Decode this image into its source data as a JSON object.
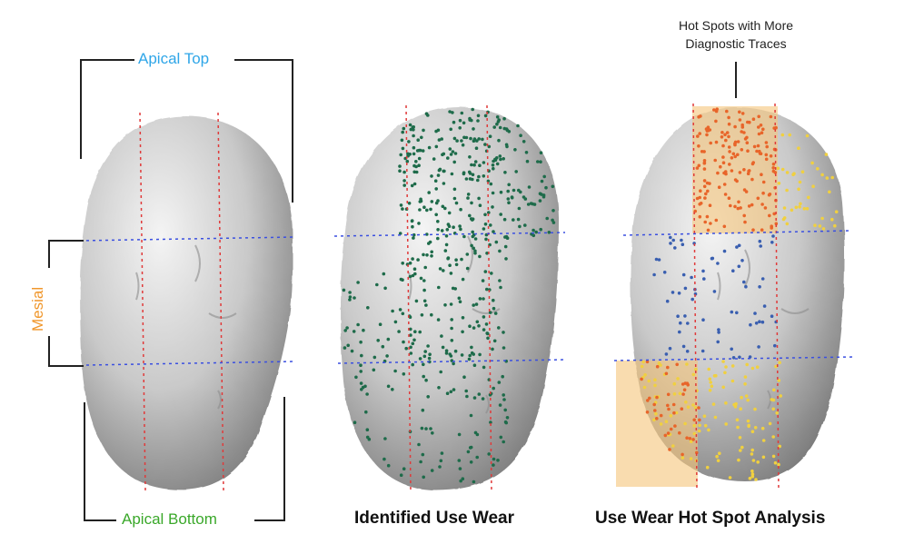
{
  "labels": {
    "apical_top": "Apical Top",
    "apical_bottom": "Apical Bottom",
    "mesial": "Mesial",
    "hot_spots_note_line1": "Hot Spots with More",
    "hot_spots_note_line2": "Diagnostic Traces"
  },
  "captions": {
    "panel2": "Identified Use Wear",
    "panel3": "Use Wear Hot Spot Analysis"
  },
  "colors": {
    "apical_top": "#2fa6e8",
    "apical_bottom": "#3aa82a",
    "mesial": "#f0962a",
    "grid_vertical": "#e03a3a",
    "grid_horizontal": "#3a4fe0",
    "use_wear_dots": "#1e6b4a",
    "hot_spot_dots": "#e8652a",
    "mesial_dots": "#3a5fb0",
    "low_dots": "#f0d040",
    "hot_spot_box": "#f5c57a"
  }
}
